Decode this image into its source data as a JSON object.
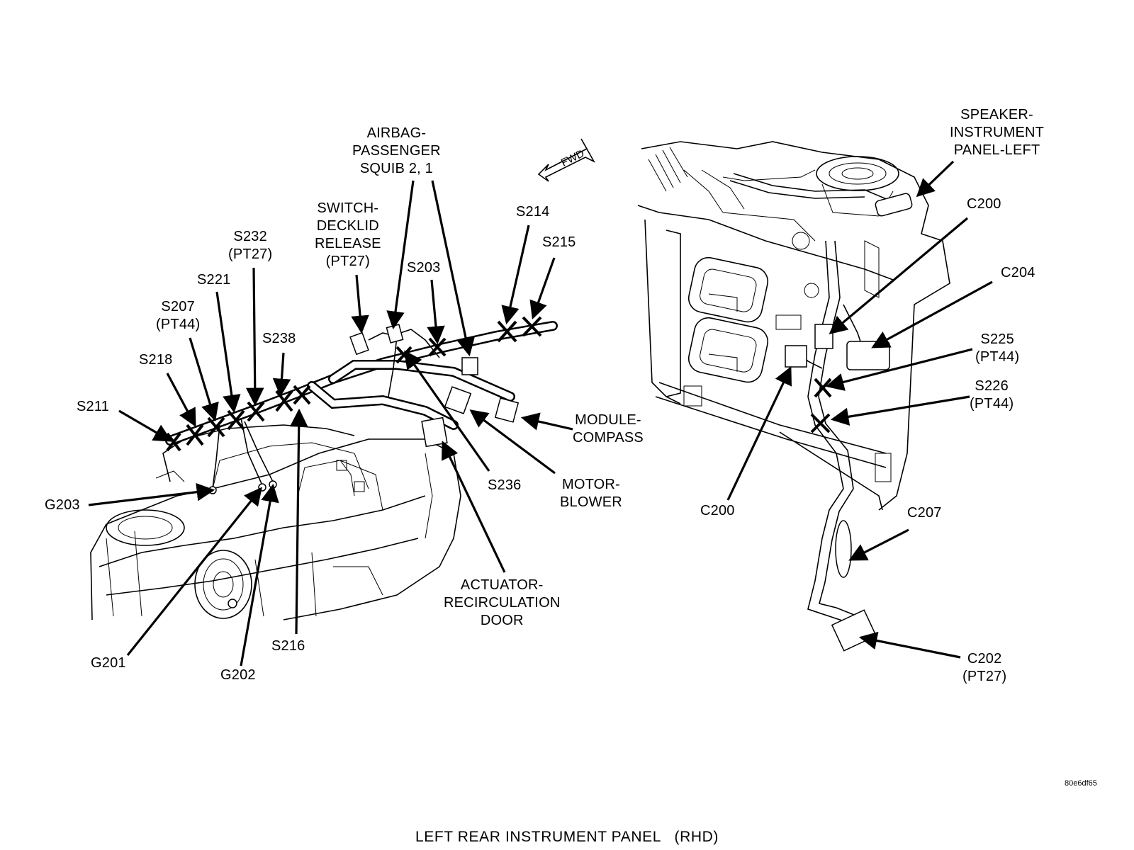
{
  "caption": "LEFT REAR INSTRUMENT PANEL   (RHD)",
  "image_code": "80e6df65",
  "fwd": "FWD",
  "labels": {
    "speaker": [
      "SPEAKER-",
      "INSTRUMENT",
      "PANEL-LEFT"
    ],
    "c200_top": [
      "C200"
    ],
    "c204": [
      "C204"
    ],
    "s225": [
      "S225",
      "(PT44)"
    ],
    "s226": [
      "S226",
      "(PT44)"
    ],
    "c200_bottom": [
      "C200"
    ],
    "c207": [
      "C207"
    ],
    "c202": [
      "C202",
      "(PT27)"
    ],
    "airbag": [
      "AIRBAG-",
      "PASSENGER",
      "SQUIB 2, 1"
    ],
    "switch": [
      "SWITCH-",
      "DECKLID",
      "RELEASE",
      "(PT27)"
    ],
    "s214": [
      "S214"
    ],
    "s215": [
      "S215"
    ],
    "s203": [
      "S203"
    ],
    "s232": [
      "S232",
      "(PT27)"
    ],
    "s221": [
      "S221"
    ],
    "s207": [
      "S207",
      "(PT44)"
    ],
    "s238": [
      "S238"
    ],
    "s218": [
      "S218"
    ],
    "s211": [
      "S211"
    ],
    "module": [
      "MODULE-",
      "COMPASS"
    ],
    "motor": [
      "MOTOR-",
      "BLOWER"
    ],
    "s236": [
      "S236"
    ],
    "actuator": [
      "ACTUATOR-",
      "RECIRCULATION",
      "DOOR"
    ],
    "g203": [
      "G203"
    ],
    "g201": [
      "G201"
    ],
    "g202": [
      "G202"
    ],
    "s216": [
      "S216"
    ]
  }
}
